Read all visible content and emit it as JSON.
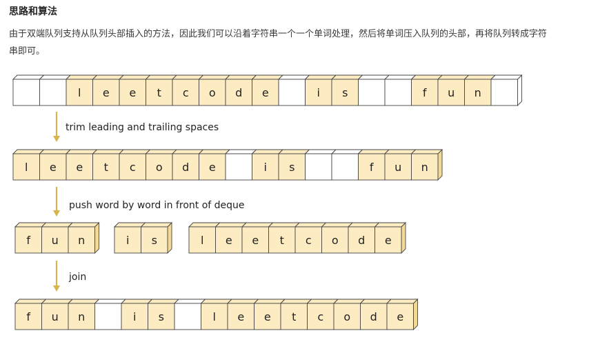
{
  "heading": "思路和算法",
  "description": "由于双端队列支持从队列头部插入的方法，因此我们可以沿着字符串一个一个单词处理，然后将单词压入队列的头部，再将队列转成字符串即可。",
  "colors": {
    "filled": "#fdecc2",
    "empty": "#ffffff",
    "arrow": "#d8b44a",
    "stroke": "#444444"
  },
  "rows": [
    {
      "groups": [
        [
          " ",
          " ",
          "l",
          "e",
          "e",
          "t",
          "c",
          "o",
          "d",
          "e",
          " ",
          "i",
          "s",
          " ",
          " ",
          "f",
          "u",
          "n",
          " "
        ]
      ]
    },
    {
      "groups": [
        [
          "l",
          "e",
          "e",
          "t",
          "c",
          "o",
          "d",
          "e",
          " ",
          "i",
          "s",
          " ",
          " ",
          "f",
          "u",
          "n"
        ]
      ]
    },
    {
      "groups": [
        [
          "f",
          "u",
          "n"
        ],
        [
          "i",
          "s"
        ],
        [
          "l",
          "e",
          "e",
          "t",
          "c",
          "o",
          "d",
          "e"
        ]
      ]
    },
    {
      "groups": [
        [
          "f",
          "u",
          "n",
          " ",
          "i",
          "s",
          " ",
          "l",
          "e",
          "e",
          "t",
          "c",
          "o",
          "d",
          "e"
        ]
      ]
    }
  ],
  "steps": [
    "trim leading and trailing spaces",
    "push word by word in front of deque",
    "join"
  ]
}
